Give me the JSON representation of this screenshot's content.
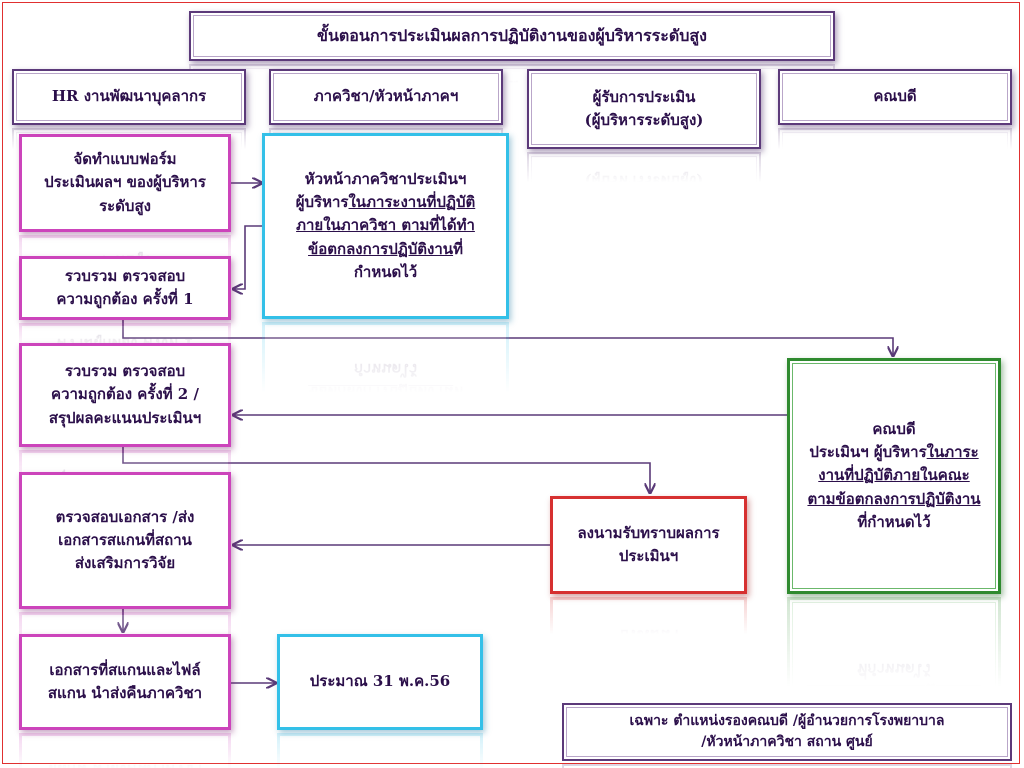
{
  "title": "ขั้นตอนการประเมินผลการปฏิบัติงานของผู้บริหารระดับสูง",
  "headers": {
    "hr": "HR งานพัฒนาบุคลากร",
    "dept": "ภาควิชา/หัวหน้าภาคฯ",
    "evaluatee_1": "ผู้รับการประเมิน",
    "evaluatee_2": "(ผู้บริหารระดับสูง)",
    "dean": "คณบดี"
  },
  "steps": {
    "prepare_form": [
      "จัดทำแบบฟอร์ม",
      "ประเมินผลฯ ของผู้บริหาร",
      "ระดับสูง"
    ],
    "check_1": [
      "รวบรวม ตรวจสอบ",
      "ความถูกต้อง ครั้งที่ 1"
    ],
    "check_2": [
      "รวบรวม ตรวจสอบ",
      "ความถูกต้อง ครั้งที่ 2 /",
      "สรุปผลคะแนนประเมินฯ"
    ],
    "verify_docs": [
      "ตรวจสอบเอกสาร /ส่ง",
      "เอกสารสแกนที่สถาน",
      "ส่งเสริมการวิจัย"
    ],
    "scanned_return": [
      "เอกสารที่สแกนและไฟล์",
      "สแกน นำส่งคืนภาควิชา"
    ],
    "dept_eval": {
      "l1": "หัวหน้าภาควิชาประเมินฯ",
      "l2a": "ผู้บริหาร",
      "l2b": "ในภาระงานที่ปฏิบัติ",
      "l3": "ภายในภาควิชา ตามที่ได้ทำ",
      "l4a": "ข้อตกลงการปฏิบัติงาน",
      "l4b": "ที่",
      "l5": "กำหนดไว้"
    },
    "dean_eval": {
      "l1": "คณบดี",
      "l2a": "ประเมินฯ ผู้บริหาร",
      "l2b": "ในภาระ",
      "l3": "งานที่ปฏิบัติภายในคณะ",
      "l4": "ตามข้อตกลงการปฏิบัติงาน",
      "l5": "ที่กำหนดไว้"
    },
    "sign_ack": [
      "ลงนามรับทราบผลการ",
      "ประเมินฯ"
    ],
    "deadline": "ประมาณ 31 พ.ค.56"
  },
  "note": [
    "เฉพาะ ตำแหน่งรองคณบดี /ผู้อำนวยการโรงพยาบาล",
    "/หัวหน้าภาควิชา สถาน ศูนย์"
  ],
  "colors": {
    "text": "#2b0f4a",
    "arrow": "#5a3a78",
    "pink_border": "#cc44bb",
    "cyan_border": "#33c0e8",
    "green_border": "#2f8a2f",
    "red_border": "#d63030",
    "header_border": "#5c3a7a",
    "frame": "#e03030"
  }
}
